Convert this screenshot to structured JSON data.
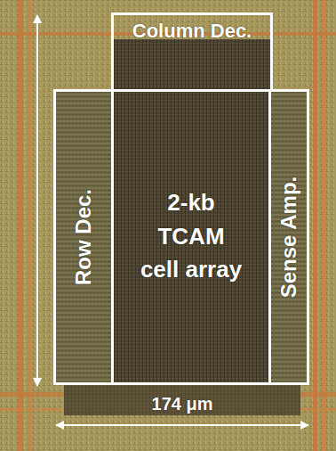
{
  "diagram": {
    "nodes": [
      {
        "text": [
          "Column Dec."
        ]
      },
      {
        "text": [
          "Row Dec."
        ]
      },
      {
        "text": [
          "2-kb TCAM cell array"
        ]
      },
      {
        "text": [
          "Sense Amp."
        ]
      }
    ],
    "labels": [
      "174 μm"
    ]
  }
}
